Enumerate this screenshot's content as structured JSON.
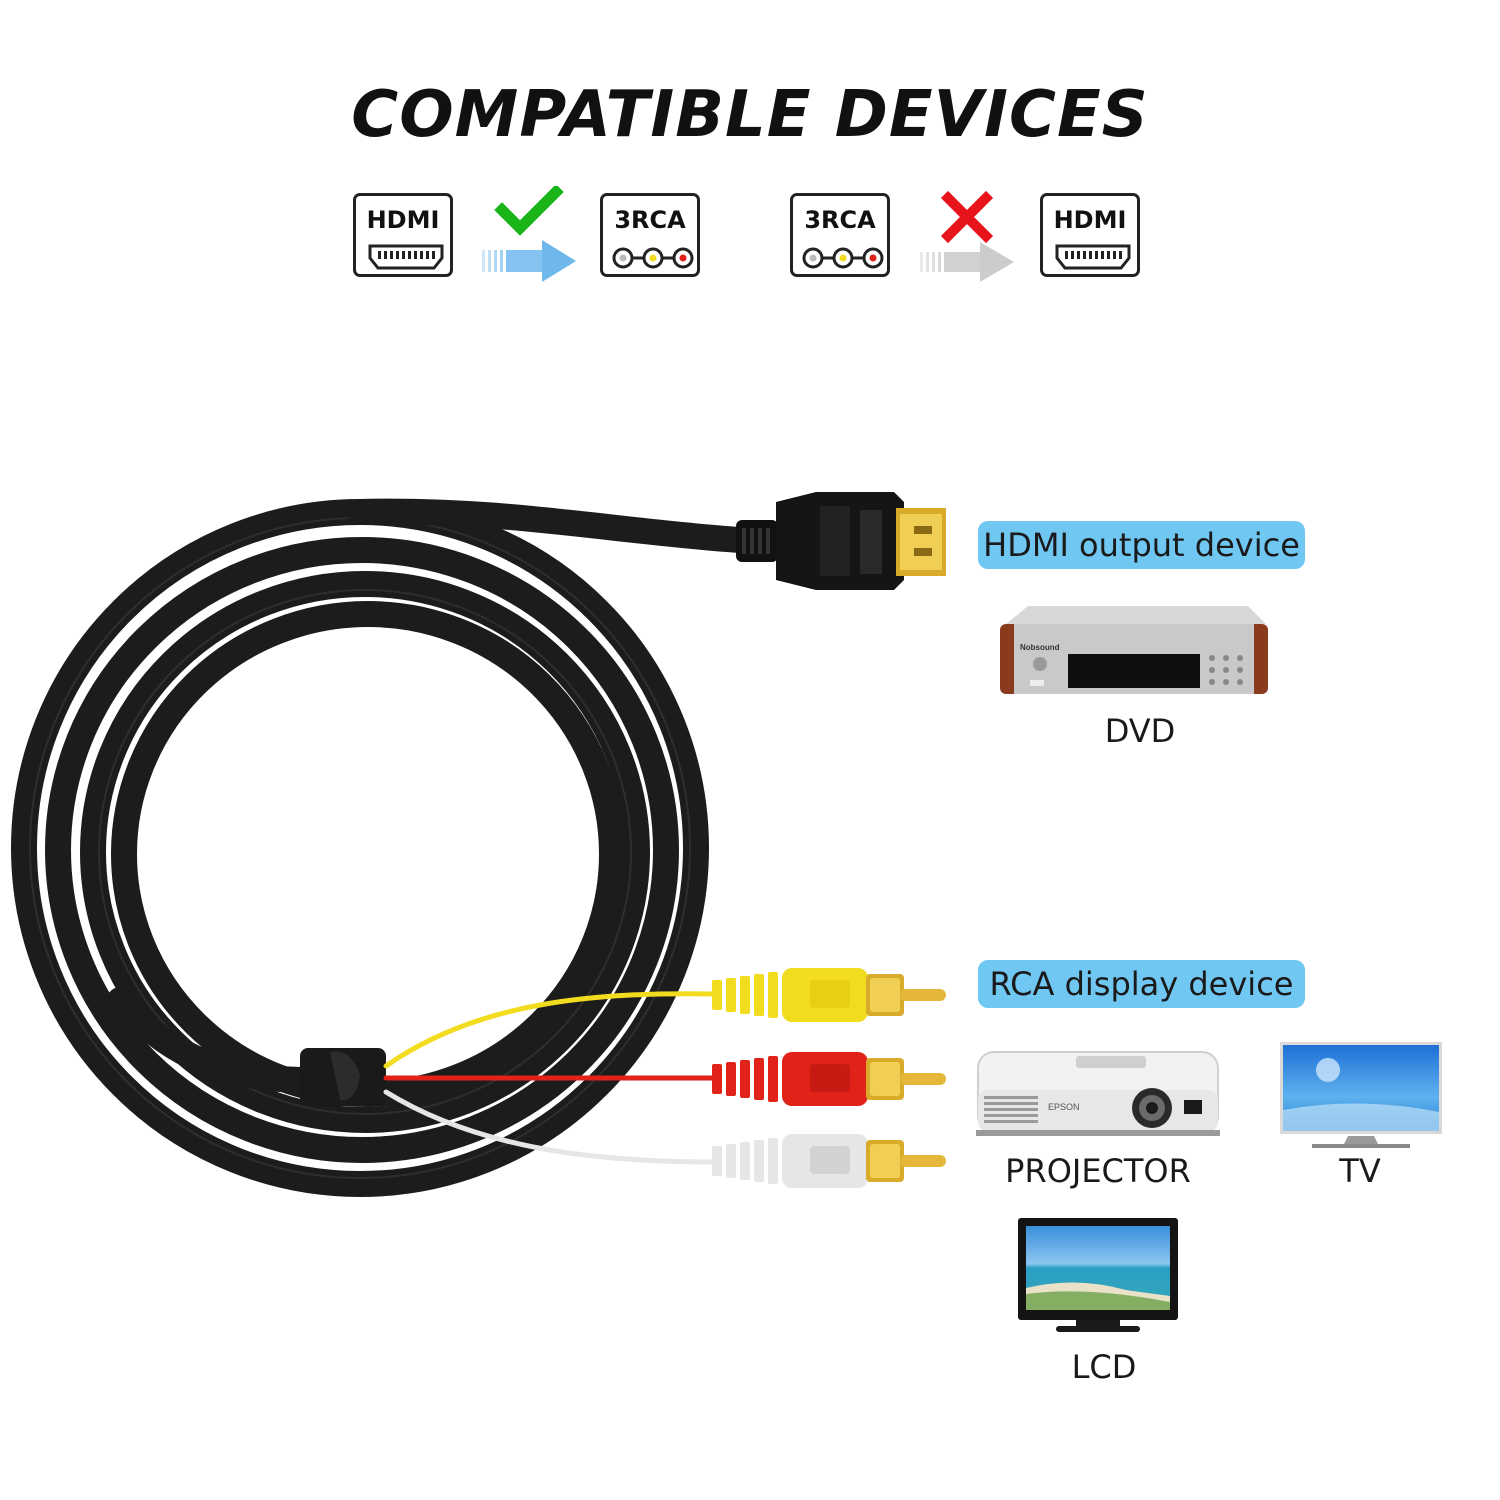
{
  "title": "COMPATIBLE DEVICES",
  "direction_row": {
    "supported": {
      "from_label": "HDMI",
      "to_label": "3RCA",
      "status_icon": "check-icon",
      "status_color": "#19b51b",
      "arrow_color": "#6fb8ec"
    },
    "unsupported": {
      "from_label": "3RCA",
      "to_label": "HDMI",
      "status_icon": "cross-icon",
      "status_color": "#e8141b",
      "arrow_color": "#cccccc"
    }
  },
  "hdmi_section": {
    "badge": "HDMI output device",
    "devices": [
      {
        "label": "DVD",
        "icon": "dvd-player-icon",
        "brand": "Nobsound"
      }
    ]
  },
  "rca_section": {
    "badge": "RCA display device",
    "devices": [
      {
        "label": "PROJECTOR",
        "icon": "projector-icon",
        "brand": "EPSON"
      },
      {
        "label": "TV",
        "icon": "tv-icon"
      },
      {
        "label": "LCD",
        "icon": "lcd-monitor-icon"
      }
    ]
  },
  "colors": {
    "badge": "#6fc7f2",
    "cable": "#1c1c1c",
    "rca_yellow": "#f2dc1f",
    "rca_red": "#e02218",
    "rca_white": "#e6e6e6",
    "gold": "#d9ab2a"
  }
}
